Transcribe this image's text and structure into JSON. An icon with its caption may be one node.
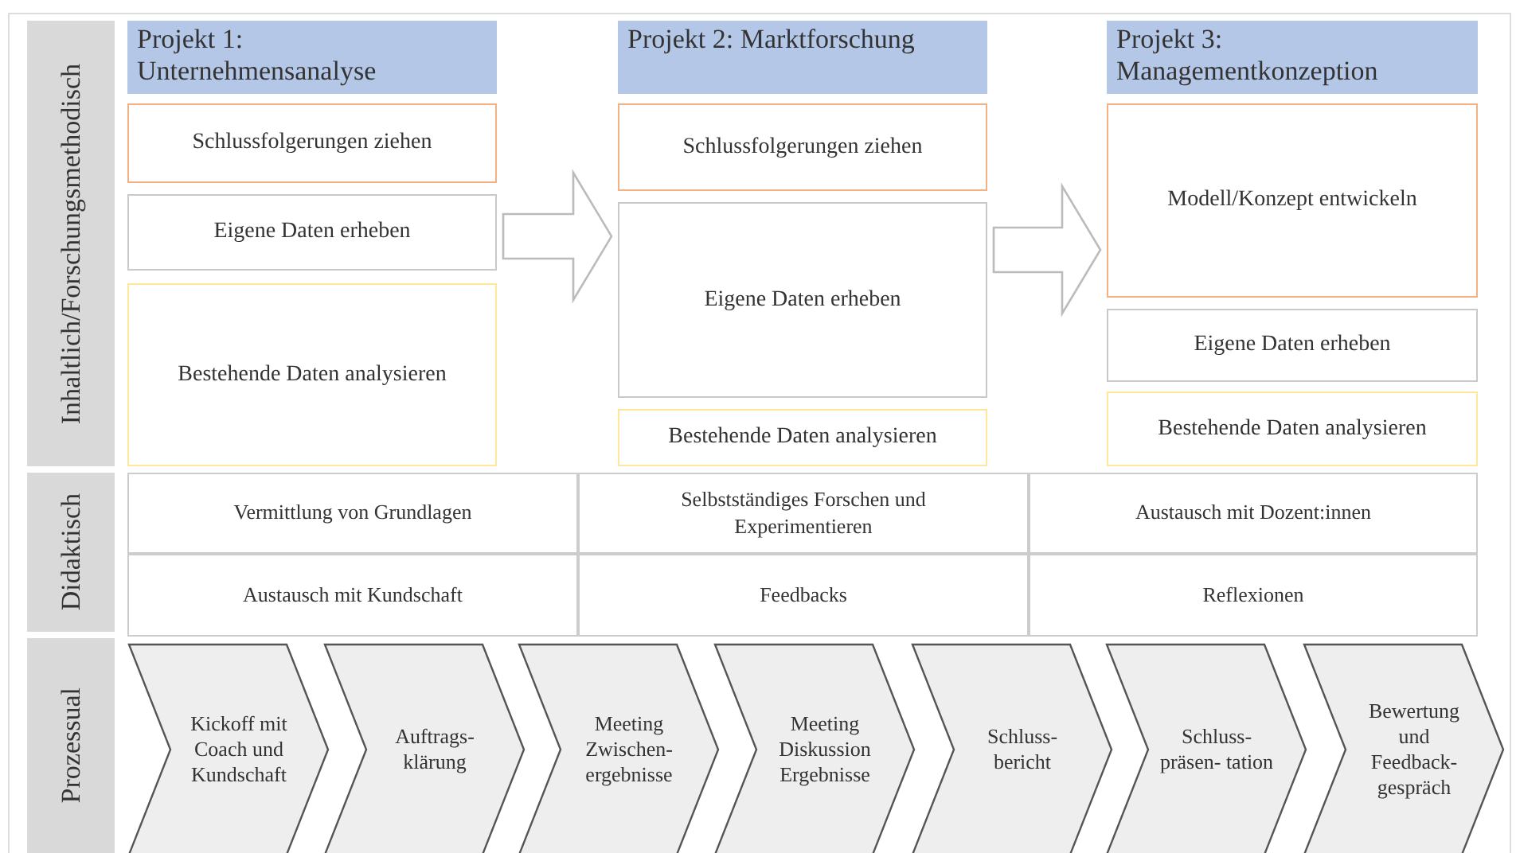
{
  "diagram": {
    "nodes": [
      {
        "text": [
          "Inhaltlich/Forschungsmethodisch"
        ]
      },
      {
        "text": [
          "Projekt 1: Unternehmensanalyse"
        ]
      },
      {
        "text": [
          "Schlussfolgerungen ziehen"
        ]
      },
      {
        "text": [
          "Eigene Daten erheben"
        ]
      },
      {
        "text": [
          "Bestehende Daten analysieren"
        ]
      },
      {
        "text": [
          "Projekt 2: Marktforschung"
        ]
      },
      {
        "text": [
          "Schlussfolgerungen ziehen"
        ]
      },
      {
        "text": [
          "Eigene Daten erheben"
        ]
      },
      {
        "text": [
          "Bestehende Daten analysieren"
        ]
      },
      {
        "text": [
          "Projekt 3: Managementkonzeption"
        ]
      },
      {
        "text": [
          "Modell/Konzept entwickeln"
        ]
      },
      {
        "text": [
          "Eigene Daten erheben"
        ]
      },
      {
        "text": [
          "Bestehende Daten analysieren"
        ]
      },
      {
        "text": [
          "Didaktisch"
        ]
      },
      {
        "text": [
          "Vermittlung von Grundlagen"
        ]
      },
      {
        "text": [
          "Selbstständiges Forschen und Experimentieren"
        ]
      },
      {
        "text": [
          "Austausch mit Dozent:innen"
        ]
      },
      {
        "text": [
          "Austausch mit Kundschaft"
        ]
      },
      {
        "text": [
          "Feedbacks"
        ]
      },
      {
        "text": [
          "Reflexionen"
        ]
      },
      {
        "text": [
          "Prozessual"
        ]
      },
      {
        "text": [
          "Kickoff mit Coach und Kundschaft"
        ]
      },
      {
        "text": [
          "Auftrags- klärung"
        ]
      },
      {
        "text": [
          "Meeting Zwischen- ergebnisse"
        ]
      },
      {
        "text": [
          "Meeting Diskussion Ergebnisse"
        ]
      },
      {
        "text": [
          "Schluss- bericht"
        ]
      },
      {
        "text": [
          "Schluss- präsen- tation"
        ]
      },
      {
        "text": [
          "Bewertung und Feedback- gespräch"
        ]
      }
    ],
    "edges": [
      {
        "from": 3,
        "to": 7,
        "arrow": "to"
      },
      {
        "from": 7,
        "to": 10,
        "arrow": "to"
      }
    ]
  }
}
